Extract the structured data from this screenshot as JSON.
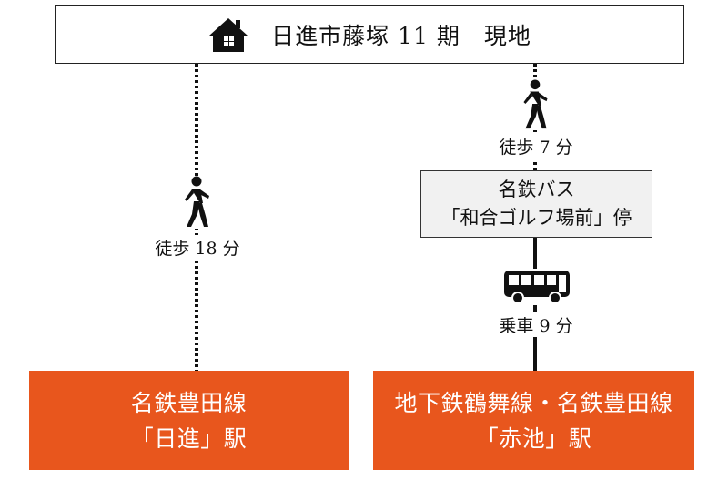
{
  "destination": {
    "title": "日進市藤塚 11 期　現地",
    "icon": "house-icon"
  },
  "left_route": {
    "walk_label": "徒歩 18 分",
    "walk_icon": "walking-person-icon",
    "station": {
      "line1": "名鉄豊田線",
      "line2": "「日進」駅"
    }
  },
  "right_route": {
    "walk_label": "徒歩 7 分",
    "walk_icon": "walking-person-icon",
    "bus_stop": {
      "line1": "名鉄バス",
      "line2": "「和合ゴルフ場前」停"
    },
    "ride_label": "乗車 9 分",
    "bus_icon": "bus-icon",
    "station": {
      "line1": "地下鉄鶴舞線・名鉄豊田線",
      "line2": "「赤池」駅"
    }
  },
  "colors": {
    "station_fill": "#e8561d",
    "bus_stop_fill": "#f1f1f1",
    "ink": "#111111"
  }
}
